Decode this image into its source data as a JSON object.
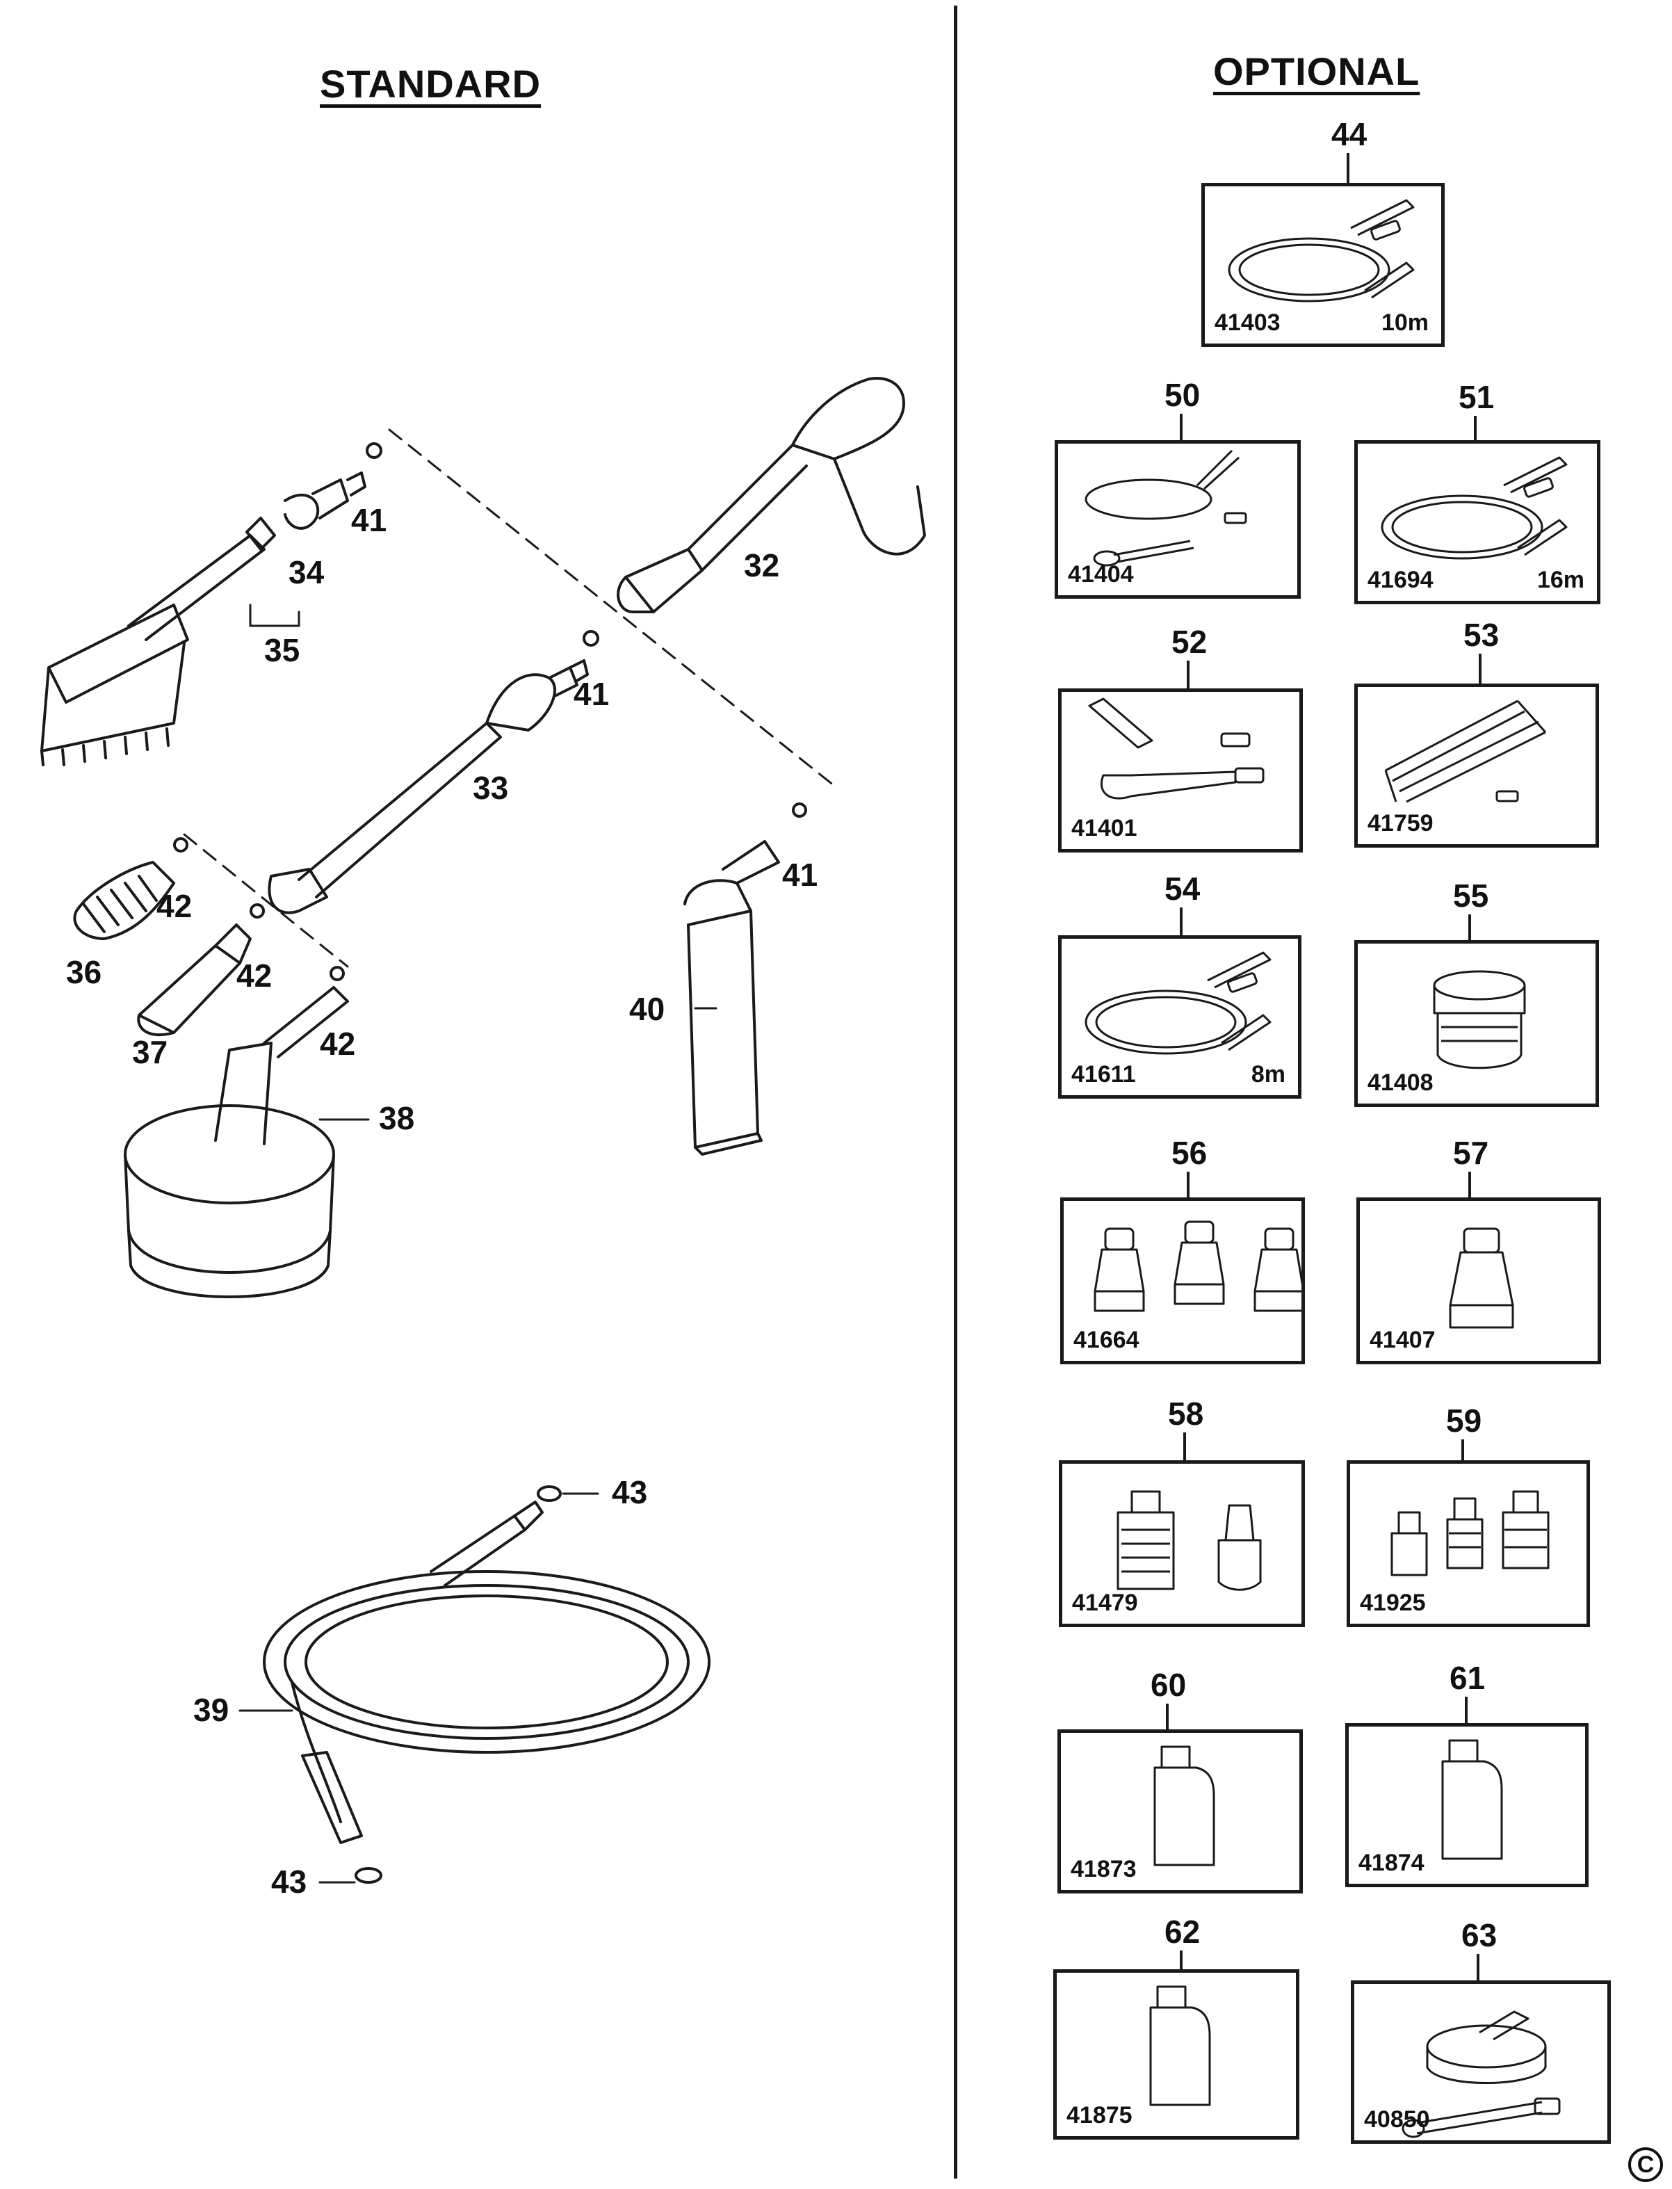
{
  "headers": {
    "standard": "STANDARD",
    "optional": "OPTIONAL"
  },
  "standard_labels": {
    "p32": "32",
    "p33": "33",
    "p34": "34",
    "p35": "35",
    "p36": "36",
    "p37": "37",
    "p38": "38",
    "p39": "39",
    "p40": "40",
    "p41a": "41",
    "p41b": "41",
    "p41c": "41",
    "p42a": "42",
    "p42b": "42",
    "p42c": "42",
    "p43a": "43",
    "p43b": "43"
  },
  "optional_parts": [
    {
      "ref": "44",
      "code": "41403",
      "length": "10m"
    },
    {
      "ref": "50",
      "code": "41404",
      "length": ""
    },
    {
      "ref": "51",
      "code": "41694",
      "length": "16m"
    },
    {
      "ref": "52",
      "code": "41401",
      "length": ""
    },
    {
      "ref": "53",
      "code": "41759",
      "length": ""
    },
    {
      "ref": "54",
      "code": "41611",
      "length": "8m"
    },
    {
      "ref": "55",
      "code": "41408",
      "length": ""
    },
    {
      "ref": "56",
      "code": "41664",
      "length": ""
    },
    {
      "ref": "57",
      "code": "41407",
      "length": ""
    },
    {
      "ref": "58",
      "code": "41479",
      "length": ""
    },
    {
      "ref": "59",
      "code": "41925",
      "length": ""
    },
    {
      "ref": "60",
      "code": "41873",
      "length": ""
    },
    {
      "ref": "61",
      "code": "41874",
      "length": ""
    },
    {
      "ref": "62",
      "code": "41875",
      "length": ""
    },
    {
      "ref": "63",
      "code": "40850",
      "length": ""
    }
  ],
  "copyright_symbol": "C"
}
